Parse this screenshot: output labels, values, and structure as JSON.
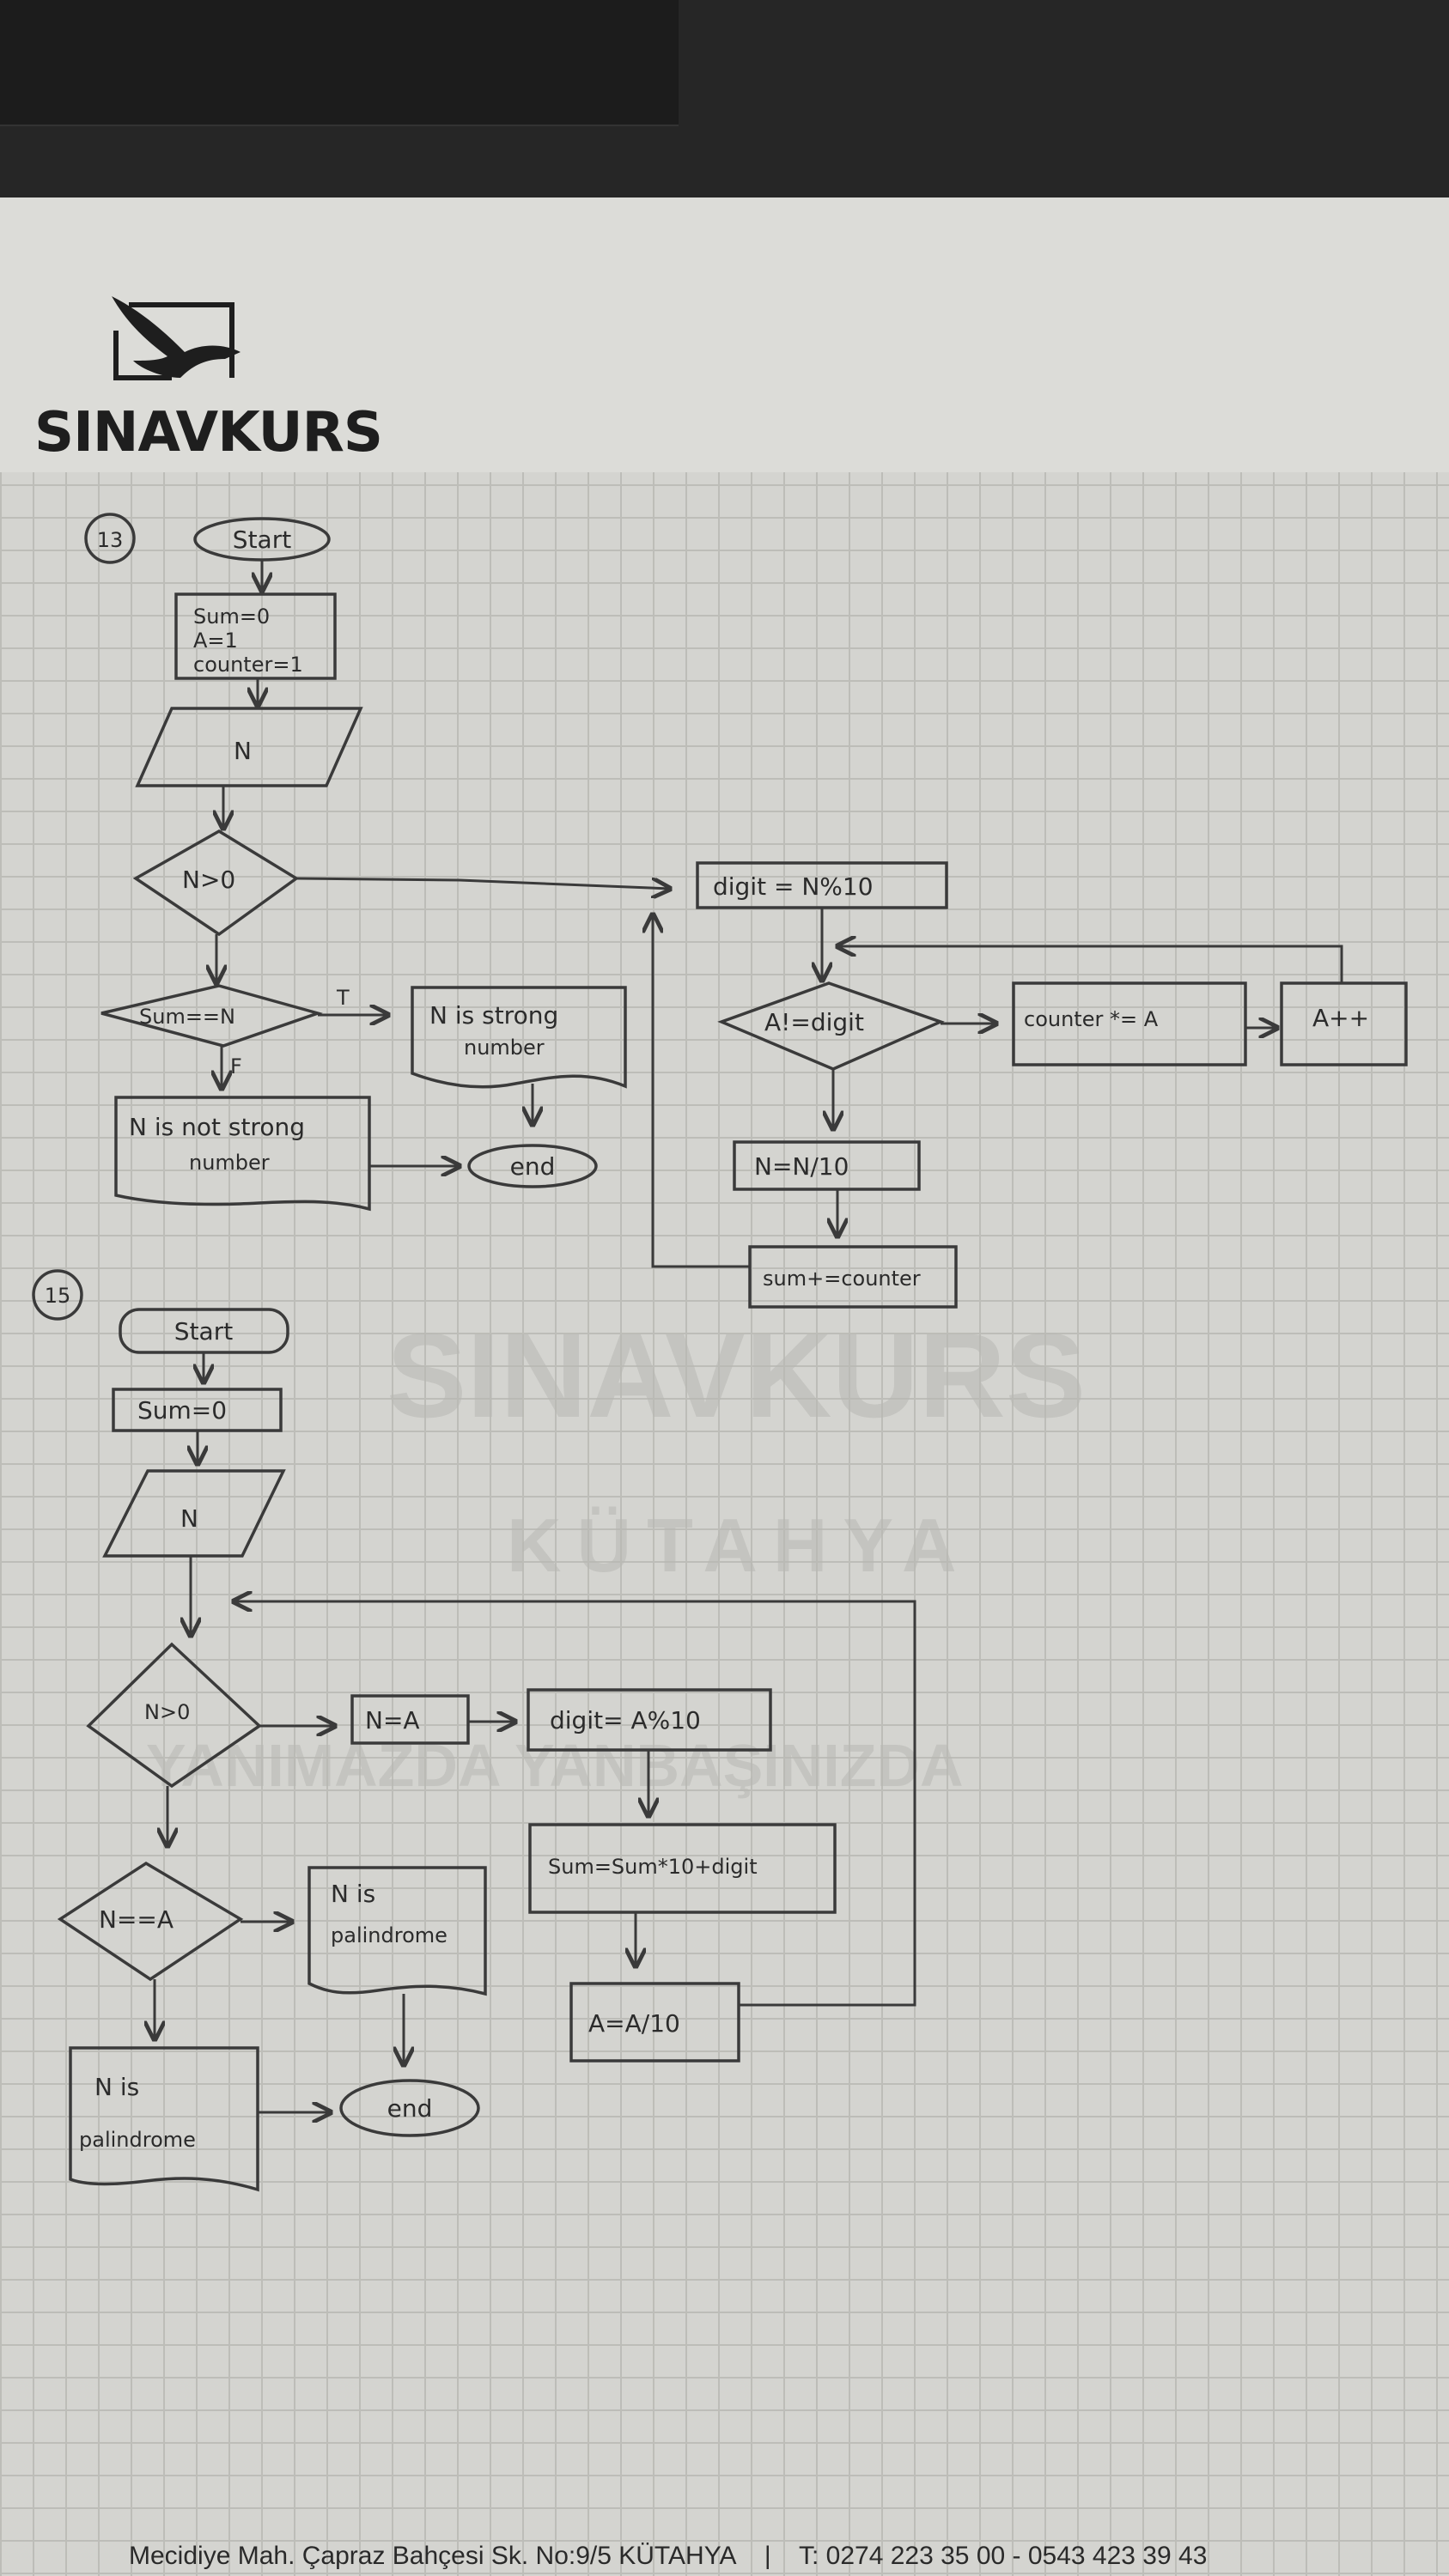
{
  "logo": {
    "text": "SINAVKURS"
  },
  "watermark": {
    "line1": "SINAVKURS",
    "line2": "KÜTAHYA",
    "line3": "YANIMAZDA YANBAŞINIZDA"
  },
  "problem_13": {
    "number": "13",
    "start": "Start",
    "init": [
      "Sum=0",
      "A=1",
      "counter=1"
    ],
    "input": "N",
    "decision_n": "N>0",
    "decision_sum": "Sum==N",
    "true_label": "T",
    "false_label": "F",
    "out_strong": [
      "N is strong",
      "number"
    ],
    "out_not_strong": [
      "N is not strong",
      "number"
    ],
    "end": "end",
    "digit": "digit = N%10",
    "decision_a": "A!=digit",
    "counter": "counter *= A",
    "a_inc": "A++",
    "n_div": "N=N/10",
    "sum_add": "sum+=counter"
  },
  "problem_15": {
    "number": "15",
    "start": "Start",
    "init": "Sum=0",
    "input": "N",
    "decision_n": "N>0",
    "assign": "N=A",
    "digit": "digit= A%10",
    "sum_update": "Sum=Sum*10+digit",
    "a_div": "A=A/10",
    "decision_eq": "N==A",
    "out_yes": [
      "N is",
      "palindrome"
    ],
    "out_no": [
      "N is",
      "palindrome"
    ],
    "end": "end"
  },
  "footer": {
    "address": "Mecidiye Mah. Çapraz Bahçesi Sk. No:9/5 KÜTAHYA",
    "phone": "T: 0274 223 35 00 - 0543 423 39 43"
  }
}
